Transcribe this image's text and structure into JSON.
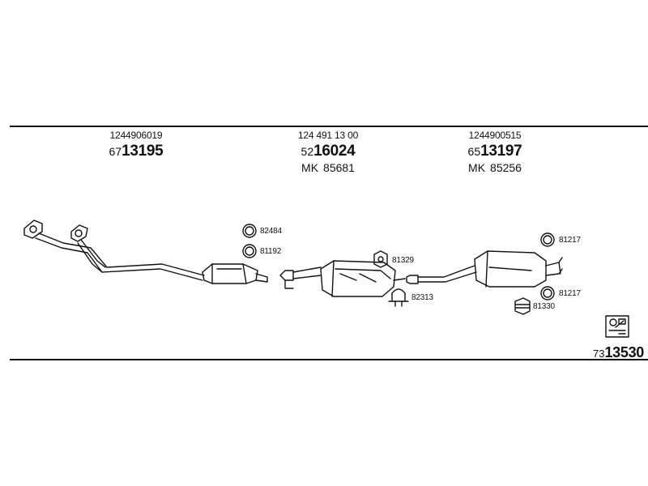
{
  "sections": [
    {
      "part_number": "1244906019",
      "ref_prefix": "67",
      "ref_number": "13195",
      "mk_label": "",
      "mk_number": ""
    },
    {
      "part_number": "124 491 13 00",
      "ref_prefix": "52",
      "ref_number": "16024",
      "mk_label": "MK",
      "mk_number": "85681"
    },
    {
      "part_number": "1244900515",
      "ref_prefix": "65",
      "ref_number": "13197",
      "mk_label": "MK",
      "mk_number": "85256"
    }
  ],
  "callouts": {
    "c82484": "82484",
    "c81192": "81192",
    "c81329": "81329",
    "c82313": "82313",
    "c81217a": "81217",
    "c81217b": "81217",
    "c81330": "81330"
  },
  "kit": {
    "prefix": "73",
    "number": "13530",
    "icon": "parts-kit-icon"
  },
  "colors": {
    "line": "#111111",
    "background": "#ffffff"
  }
}
